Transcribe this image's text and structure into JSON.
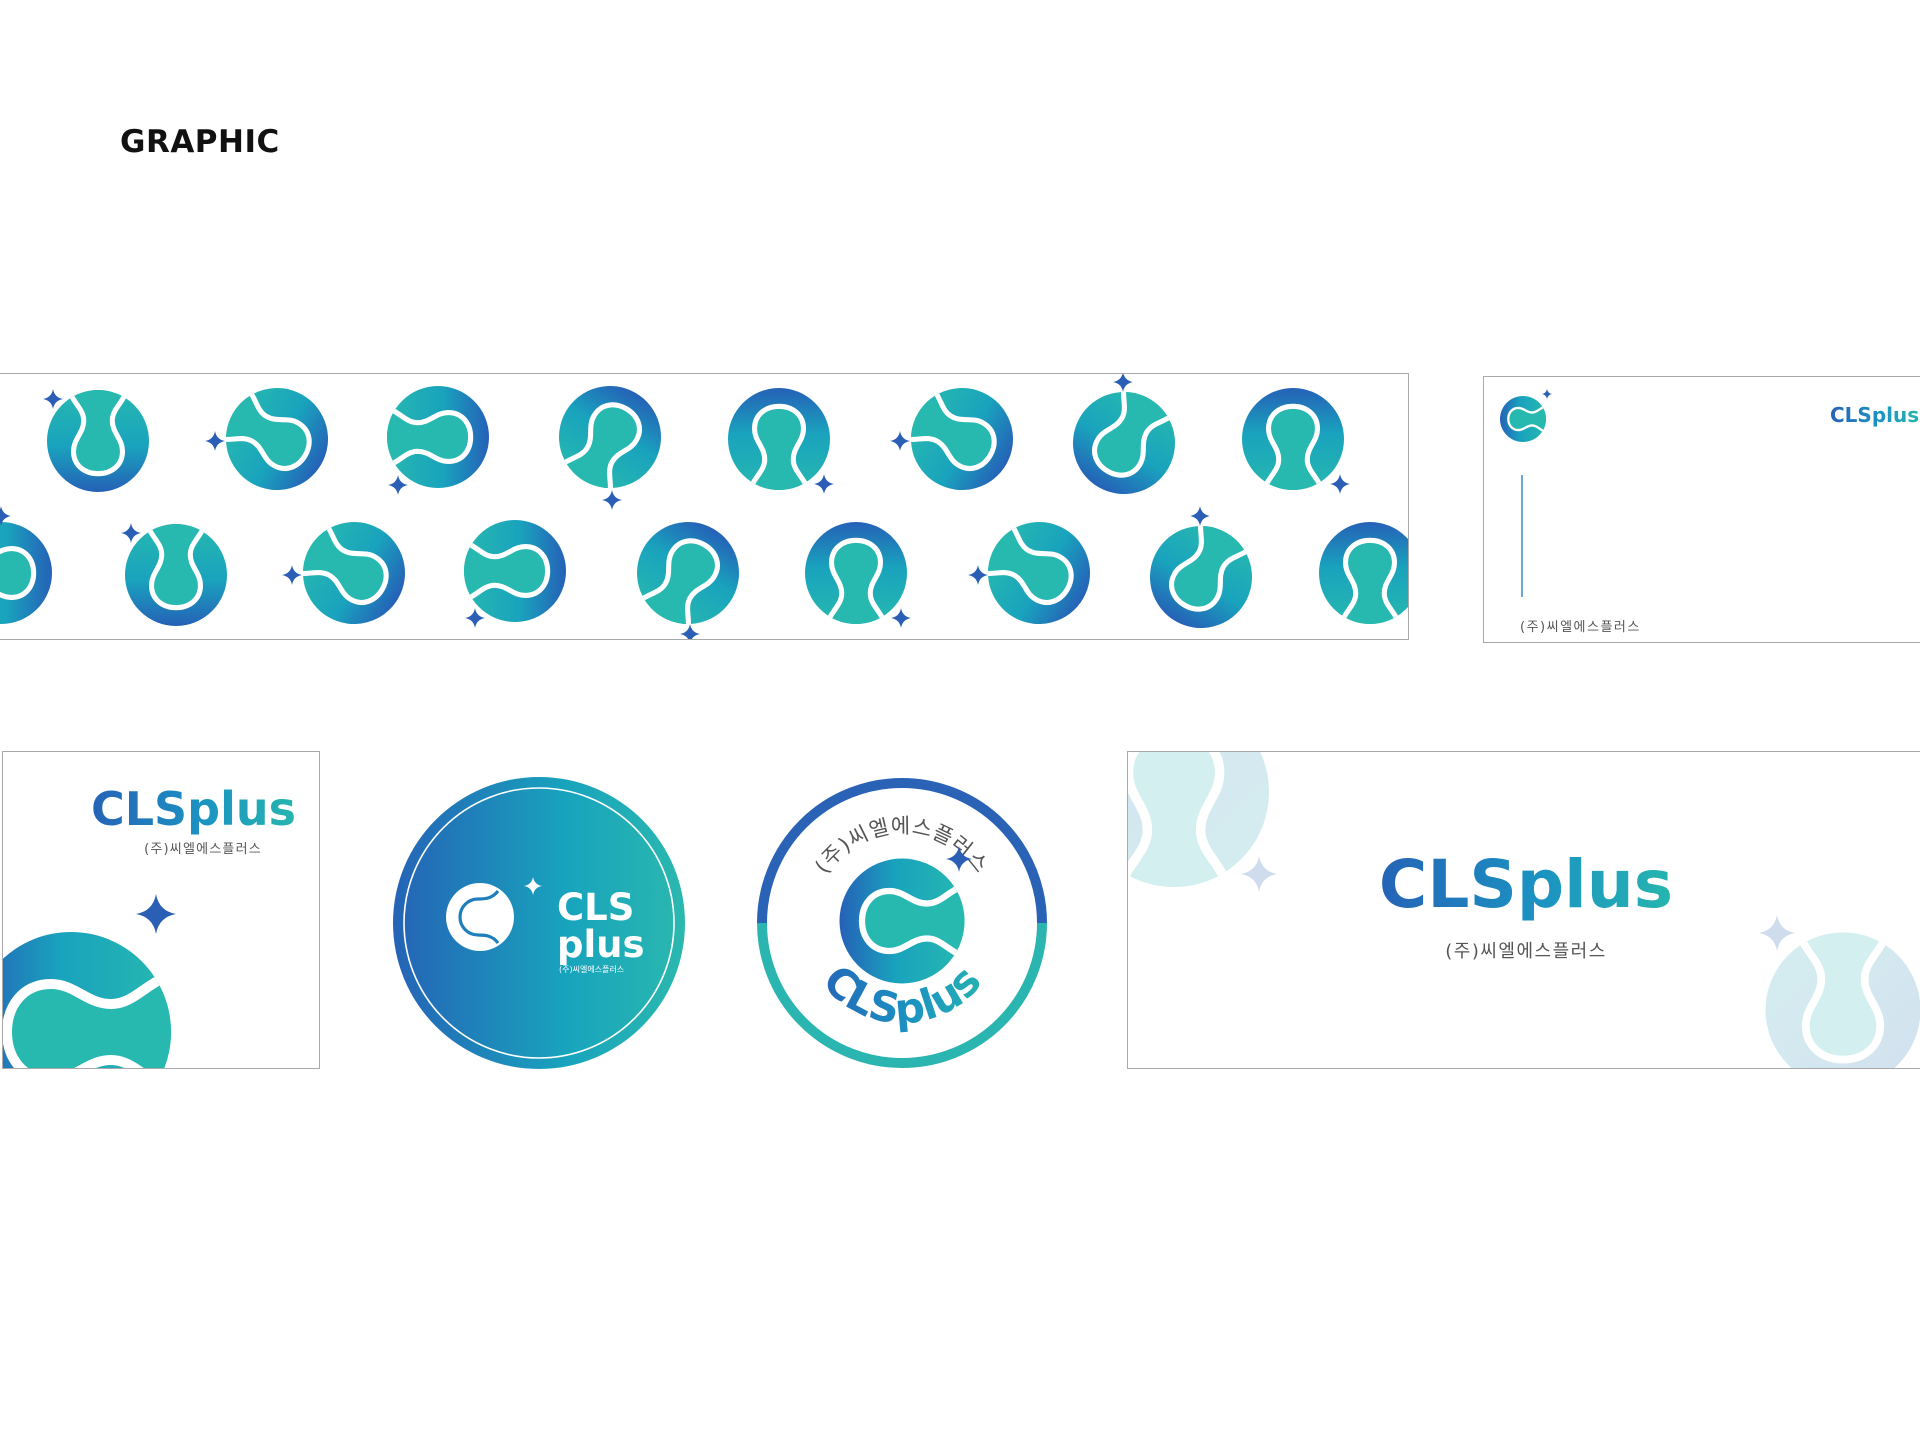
{
  "page": {
    "title": "GRAPHIC"
  },
  "brand": {
    "name": "CLSplus",
    "name_line1": "CLS",
    "name_line2": "plus",
    "company_ko": "(주)씨엘에스플러스",
    "colors": {
      "blue": "#2563b6",
      "teal": "#27b8b0",
      "mid": "#1a9ec0",
      "sparkle": "#2a5fb5",
      "pale_teal": "#d2eef0",
      "pale_blue": "#d3e0ef",
      "gray_text": "#555555"
    }
  },
  "pattern": {
    "label": "brand-pattern",
    "icons": [
      "ball-icon",
      "sparkle-icon"
    ]
  },
  "envelope": {
    "brand": "CLSplus",
    "company": "(주)씨엘에스플러스"
  },
  "card": {
    "brand": "CLSplus",
    "company": "(주)씨엘에스플러스"
  },
  "badge_solid": {
    "line1": "CLS",
    "line2": "plus",
    "company": "(주)씨엘에스플러스"
  },
  "badge_ring": {
    "arc_top": "(주)씨엘에스플러스",
    "arc_bottom": "CLSplus"
  },
  "banner": {
    "brand": "CLSplus",
    "company": "(주)씨엘에스플러스"
  }
}
